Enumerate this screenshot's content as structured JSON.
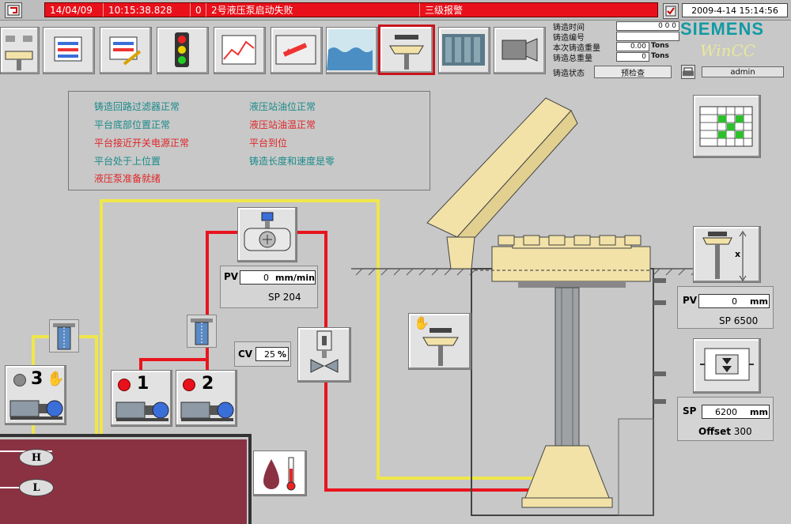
{
  "alarm": {
    "date": "14/04/09",
    "time": "10:15:38.828",
    "code": "0",
    "message": "2号液压泵启动失败",
    "level": "三级报警"
  },
  "clock": "2009-4-14 15:14:56",
  "casting_info": {
    "time_label": "铸造时间",
    "time_value": "0 0 0",
    "id_label": "铸造编号",
    "current_weight_label": "本次铸造重量",
    "current_weight_value": "0.00",
    "total_weight_label": "铸造总重量",
    "total_weight_value": "0",
    "unit": "Tons",
    "status_label": "铸造状态",
    "status_value": "预检查",
    "user": "admin"
  },
  "brand": {
    "siemens": "SIEMENS",
    "wincc": "WinCC"
  },
  "status_messages": [
    {
      "text": "铸造回路过滤器正常",
      "color": "ok"
    },
    {
      "text": "平台底部位置正常",
      "color": "ok"
    },
    {
      "text": "平台接近开关电源正常",
      "color": "bad"
    },
    {
      "text": "平台处于上位置",
      "color": "ok"
    },
    {
      "text": "液压泵准备就绪",
      "color": "bad"
    },
    {
      "text": "液压站油位正常",
      "color": "ok"
    },
    {
      "text": "液压站油温正常",
      "color": "bad"
    },
    {
      "text": "平台到位",
      "color": "bad"
    },
    {
      "text": "铸造长度和速度是零",
      "color": "ok"
    }
  ],
  "flow_meter": {
    "pv_label": "PV",
    "pv_value": "0",
    "unit": "mm/min",
    "sp_label": "SP",
    "sp_value": "204"
  },
  "valve": {
    "cv_label": "CV",
    "cv_value": "25",
    "unit": "%"
  },
  "pumps": [
    {
      "number": "3",
      "state": "manual"
    },
    {
      "number": "1",
      "state": "stopped"
    },
    {
      "number": "2",
      "state": "stopped"
    }
  ],
  "tank": {
    "high": "H",
    "low": "L"
  },
  "position": {
    "pv_label": "PV",
    "pv_value": "0",
    "unit": "mm",
    "sp_label": "SP",
    "sp_value": "6500",
    "dim": "x"
  },
  "speed": {
    "sp_label": "SP",
    "sp_value": "6200",
    "unit": "mm",
    "offset_label": "Offset",
    "offset_value": "300"
  },
  "colors": {
    "alarm": "#e8101a",
    "pipe_red": "#e8141e",
    "pipe_yellow": "#f0e64a",
    "machine": "#f2e2a8"
  }
}
